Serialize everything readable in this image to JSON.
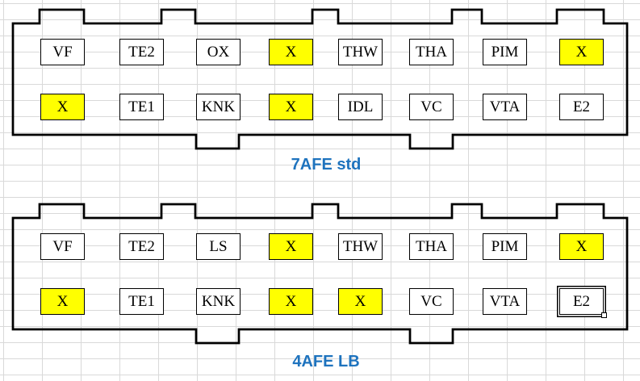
{
  "colors": {
    "highlight": "#FFFF00",
    "title_blue": "#1E73BE",
    "outline": "#000000",
    "grid": "#D9D9D9",
    "cell_bg": "#FFFFFF",
    "text": "#000000"
  },
  "connectors": [
    {
      "title": "7AFE std",
      "rows": [
        {
          "cells": [
            {
              "label": "VF",
              "highlight": false
            },
            {
              "label": "TE2",
              "highlight": false
            },
            {
              "label": "OX",
              "highlight": false
            },
            {
              "label": "X",
              "highlight": true
            },
            {
              "label": "THW",
              "highlight": false
            },
            {
              "label": "THA",
              "highlight": false
            },
            {
              "label": "PIM",
              "highlight": false
            },
            {
              "label": "X",
              "highlight": true
            }
          ]
        },
        {
          "cells": [
            {
              "label": "X",
              "highlight": true
            },
            {
              "label": "TE1",
              "highlight": false
            },
            {
              "label": "KNK",
              "highlight": false
            },
            {
              "label": "X",
              "highlight": true
            },
            {
              "label": "IDL",
              "highlight": false
            },
            {
              "label": "VC",
              "highlight": false
            },
            {
              "label": "VTA",
              "highlight": false
            },
            {
              "label": "E2",
              "highlight": false
            }
          ]
        }
      ]
    },
    {
      "title": "4AFE LB",
      "rows": [
        {
          "cells": [
            {
              "label": "VF",
              "highlight": false
            },
            {
              "label": "TE2",
              "highlight": false
            },
            {
              "label": "LS",
              "highlight": false
            },
            {
              "label": "X",
              "highlight": true
            },
            {
              "label": "THW",
              "highlight": false
            },
            {
              "label": "THA",
              "highlight": false
            },
            {
              "label": "PIM",
              "highlight": false
            },
            {
              "label": "X",
              "highlight": true
            }
          ]
        },
        {
          "cells": [
            {
              "label": "X",
              "highlight": true
            },
            {
              "label": "TE1",
              "highlight": false
            },
            {
              "label": "KNK",
              "highlight": false
            },
            {
              "label": "X",
              "highlight": true
            },
            {
              "label": "X",
              "highlight": true
            },
            {
              "label": "VC",
              "highlight": false
            },
            {
              "label": "VTA",
              "highlight": false
            },
            {
              "label": "E2",
              "highlight": false,
              "selected": true
            }
          ]
        }
      ]
    }
  ]
}
